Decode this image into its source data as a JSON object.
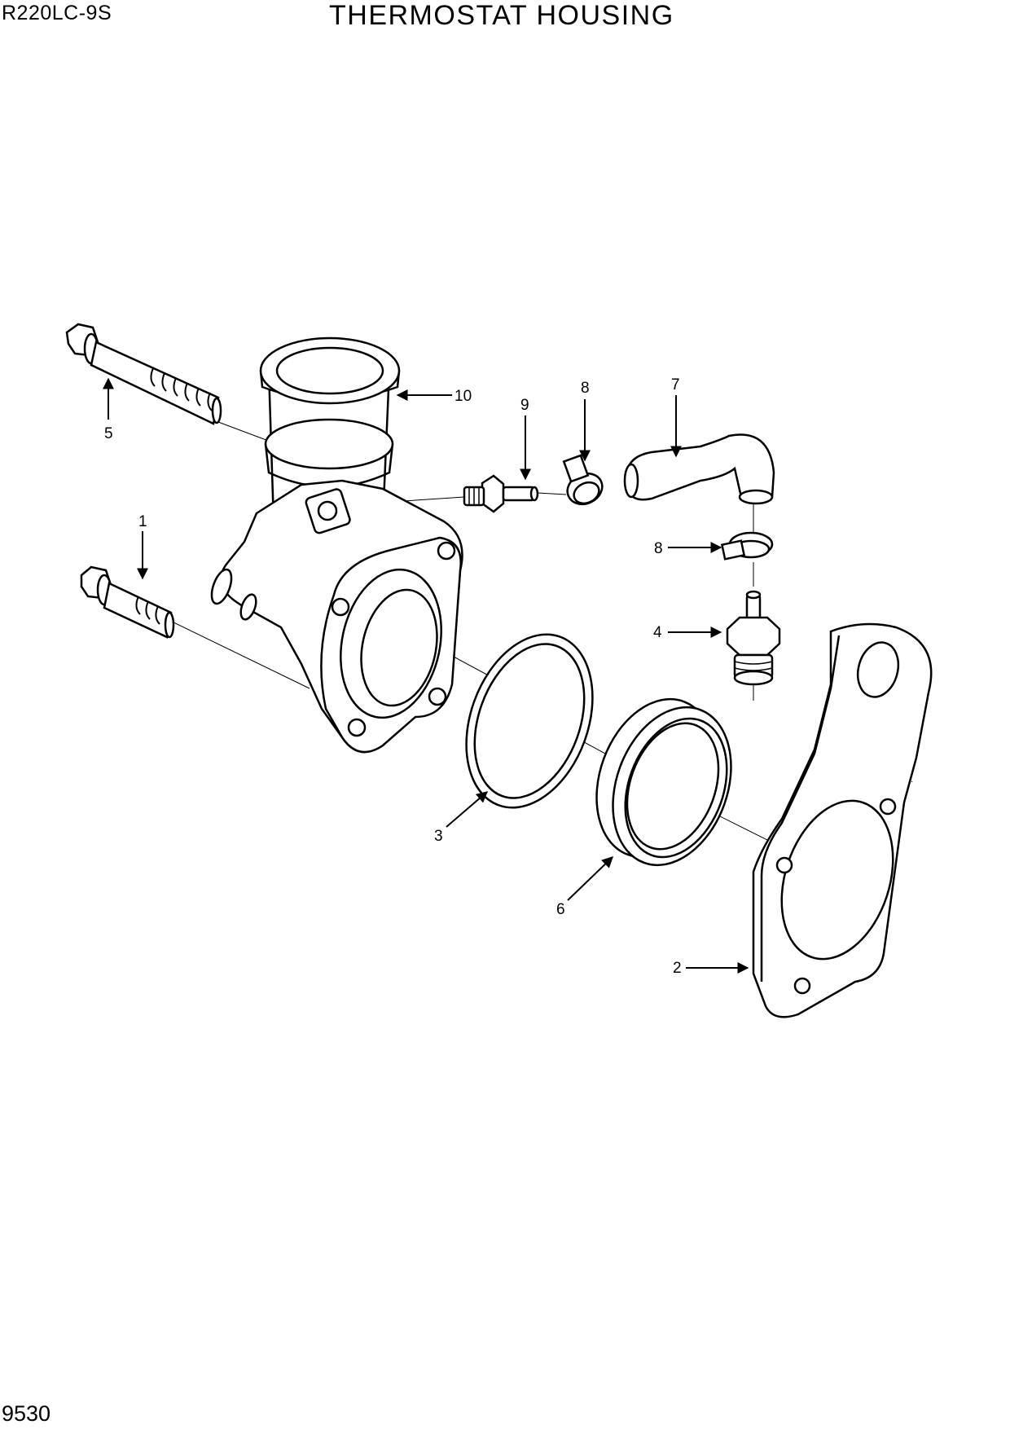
{
  "header": {
    "model": "R220LC-9S",
    "title": "THERMOSTAT HOUSING"
  },
  "footer": {
    "page_number": "9530"
  },
  "callouts": [
    {
      "number": "1"
    },
    {
      "number": "2"
    },
    {
      "number": "3"
    },
    {
      "number": "4"
    },
    {
      "number": "5"
    },
    {
      "number": "6"
    },
    {
      "number": "7"
    },
    {
      "number": "8"
    },
    {
      "number": "8"
    },
    {
      "number": "9"
    },
    {
      "number": "10"
    }
  ]
}
